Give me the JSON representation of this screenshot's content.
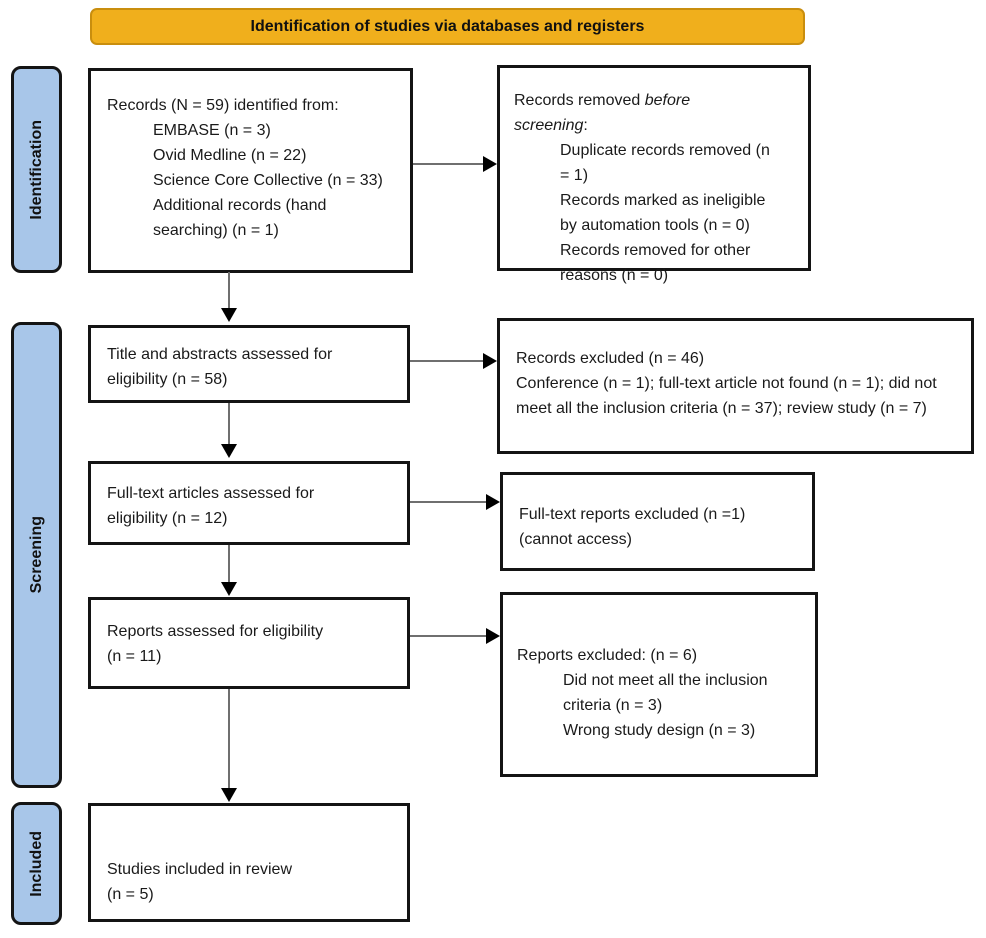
{
  "header": {
    "label": "Identification of studies via databases and registers"
  },
  "stages": [
    {
      "label": "Identification"
    },
    {
      "label": "Screening"
    },
    {
      "label": "Included"
    }
  ],
  "boxes": {
    "records_identified": {
      "title": "Records (N = 59) identified from:",
      "items": [
        "EMBASE (n = 3)",
        "Ovid Medline (n = 22)",
        "Science Core Collective (n = 33)",
        "Additional records (hand searching) (n = 1)"
      ]
    },
    "records_removed": {
      "title_prefix": "Records removed ",
      "title_italic": "before screening",
      "title_suffix": ":",
      "items": [
        "Duplicate records removed (n = 1)",
        "Records marked as ineligible by automation tools (n = 0)",
        "Records removed for other reasons (n = 0)"
      ]
    },
    "title_abstracts": {
      "lines": [
        "Title and abstracts assessed for",
        "eligibility (n = 58)"
      ]
    },
    "records_excluded": {
      "title": "Records excluded (n = 46)",
      "detail": "Conference (n = 1); full-text article not found (n = 1); did not meet all the inclusion criteria (n = 37); review study (n = 7)"
    },
    "fulltext_assessed": {
      "lines": [
        "Full-text articles assessed for",
        "eligibility (n = 12)"
      ]
    },
    "fulltext_excluded": {
      "lines": [
        "Full-text reports excluded (n =1)",
        "(cannot access)"
      ]
    },
    "reports_assessed": {
      "lines": [
        "Reports assessed for eligibility",
        "(n = 11)"
      ]
    },
    "reports_excluded": {
      "title": "Reports excluded: (n = 6)",
      "items": [
        "Did not meet all the inclusion criteria (n = 3)",
        "Wrong study design (n = 3)"
      ]
    },
    "studies_included": {
      "lines": [
        "Studies included in review",
        "(n = 5)"
      ]
    }
  },
  "colors": {
    "header_fill": "#F0AF1C",
    "header_border": "#C98E0E",
    "stage_fill": "#A8C6E9",
    "box_border": "#141414",
    "arrow_line": "#6F6F6F",
    "arrow_head": "#000000"
  }
}
